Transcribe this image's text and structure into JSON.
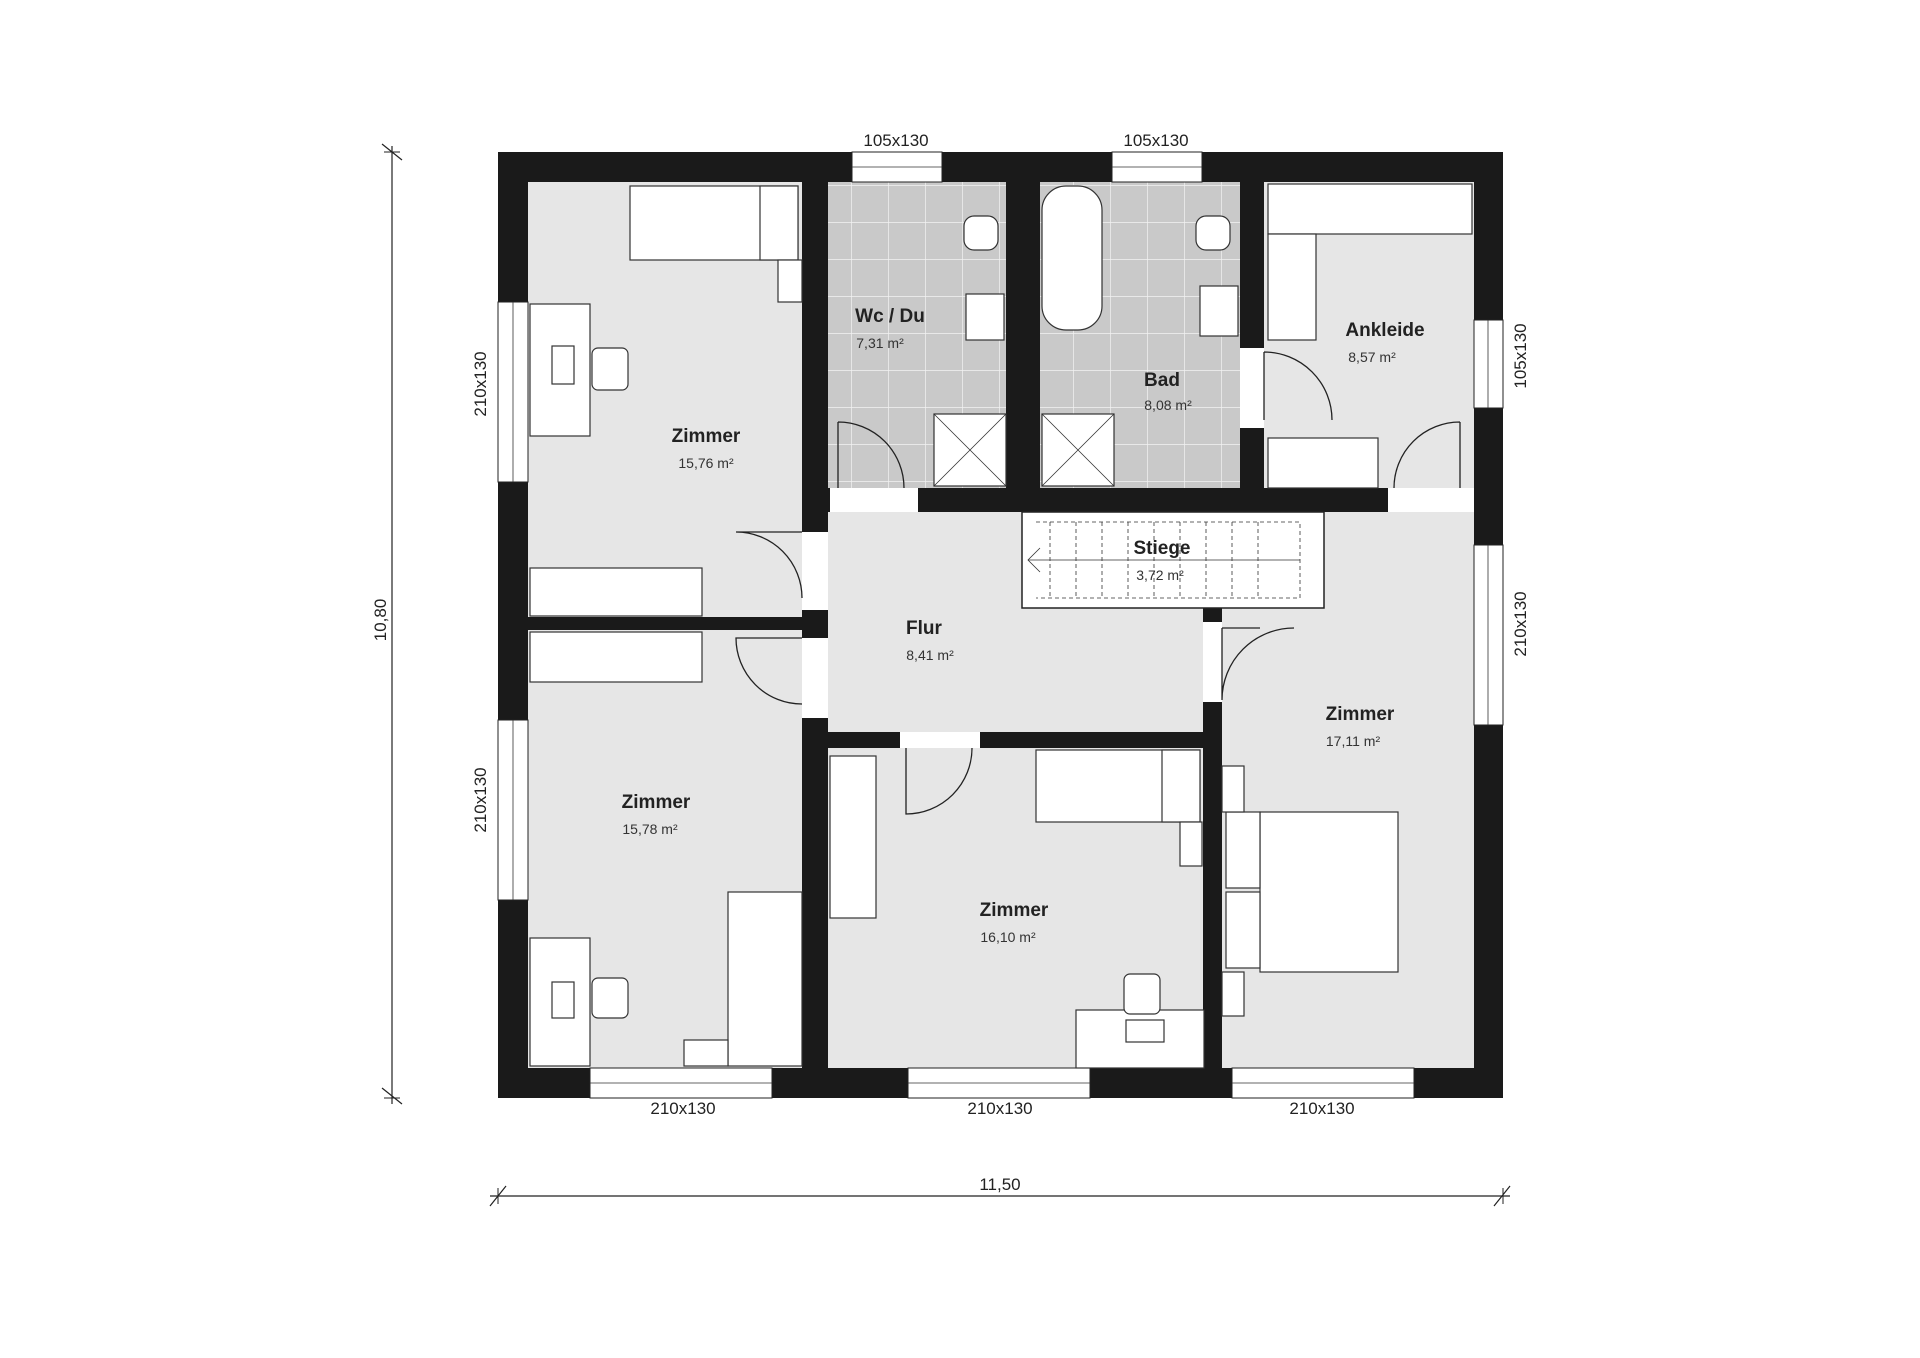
{
  "rooms": [
    {
      "name": "Zimmer",
      "area": "15,76 m²"
    },
    {
      "name": "Wc / Du",
      "area": "7,31 m²"
    },
    {
      "name": "Bad",
      "area": "8,08 m²"
    },
    {
      "name": "Ankleide",
      "area": "8,57 m²"
    },
    {
      "name": "Stiege",
      "area": "3,72 m²"
    },
    {
      "name": "Flur",
      "area": "8,41 m²"
    },
    {
      "name": "Zimmer",
      "area": "17,11 m²"
    },
    {
      "name": "Zimmer",
      "area": "15,78 m²"
    },
    {
      "name": "Zimmer",
      "area": "16,10 m²"
    }
  ],
  "windows": {
    "top_left": "105x130",
    "top_right": "105x130",
    "right_upper": "105x130",
    "right_mid": "210x130",
    "left_upper": "210x130",
    "left_lower": "210x130",
    "bottom_left": "210x130",
    "bottom_mid": "210x130",
    "bottom_right": "210x130"
  },
  "dimensions": {
    "height": "10,80",
    "width": "11,50"
  }
}
